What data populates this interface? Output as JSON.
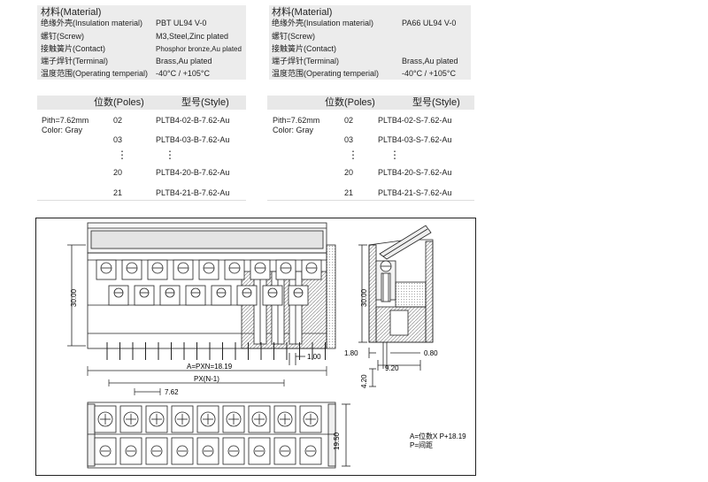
{
  "left_spec": {
    "heading": "材料(Material)",
    "rows": [
      {
        "label": "绝缘外壳(Insulation material)",
        "value": "PBT  UL94 V-0"
      },
      {
        "label": "螺钉(Screw)",
        "value": "M3,Steel,Zinc plated"
      },
      {
        "label": "接触簧片(Contact)",
        "value": "Phosphor bronze,Au plated"
      },
      {
        "label": "端子焊针(Terminal)",
        "value": "Brass,Au plated"
      },
      {
        "label": "温度范围(Operating temperial)",
        "value": "-40°C / +105°C"
      }
    ]
  },
  "right_spec": {
    "heading": "材料(Material)",
    "rows": [
      {
        "label": "绝缘外壳(Insulation material)",
        "value": "PA66  UL94 V-0"
      },
      {
        "label": "螺钉(Screw)",
        "value": ""
      },
      {
        "label": "接触簧片(Contact)",
        "value": ""
      },
      {
        "label": "端子焊针(Terminal)",
        "value": "Brass,Au plated"
      },
      {
        "label": "温度范围(Operating temperial)",
        "value": "-40°C / +105°C"
      }
    ]
  },
  "left_table": {
    "col_poles": "位数(Poles)",
    "col_style": "型号(Style)",
    "pitch": "Pith=7.62mm",
    "color": "Color: Gray",
    "rows": [
      {
        "poles": "02",
        "style": "PLTB4-02-B-7.62-Au"
      },
      {
        "poles": "03",
        "style": "PLTB4-03-B-7.62-Au"
      },
      {
        "poles": "⋮",
        "style": "⋮"
      },
      {
        "poles": "20",
        "style": "PLTB4-20-B-7.62-Au"
      },
      {
        "poles": "21",
        "style": "PLTB4-21-B-7.62-Au"
      }
    ]
  },
  "right_table": {
    "col_poles": "位数(Poles)",
    "col_style": "型号(Style)",
    "pitch": "Pith=7.62mm",
    "color": "Color: Gray",
    "rows": [
      {
        "poles": "02",
        "style": "PLTB4-02-S-7.62-Au"
      },
      {
        "poles": "03",
        "style": "PLTB4-03-S-7.62-Au"
      },
      {
        "poles": "⋮",
        "style": "⋮"
      },
      {
        "poles": "20",
        "style": "PLTB4-20-S-7.62-Au"
      },
      {
        "poles": "21",
        "style": "PLTB4-21-S-7.62-Au"
      }
    ]
  },
  "drawing": {
    "dim_height": "30.00",
    "dim_height_side": "30.00",
    "dim_pin": "1.00",
    "dim_a": "A=PXN=18.19",
    "dim_px": "PX(N-1)",
    "dim_pitch": "7.62",
    "dim_depth": "19.50",
    "dim_180": "1.80",
    "dim_080": "0.80",
    "dim_920": "9.20",
    "dim_420": "4.20",
    "note_a": "A=位数X P+18.19",
    "note_p": "P=间距"
  }
}
